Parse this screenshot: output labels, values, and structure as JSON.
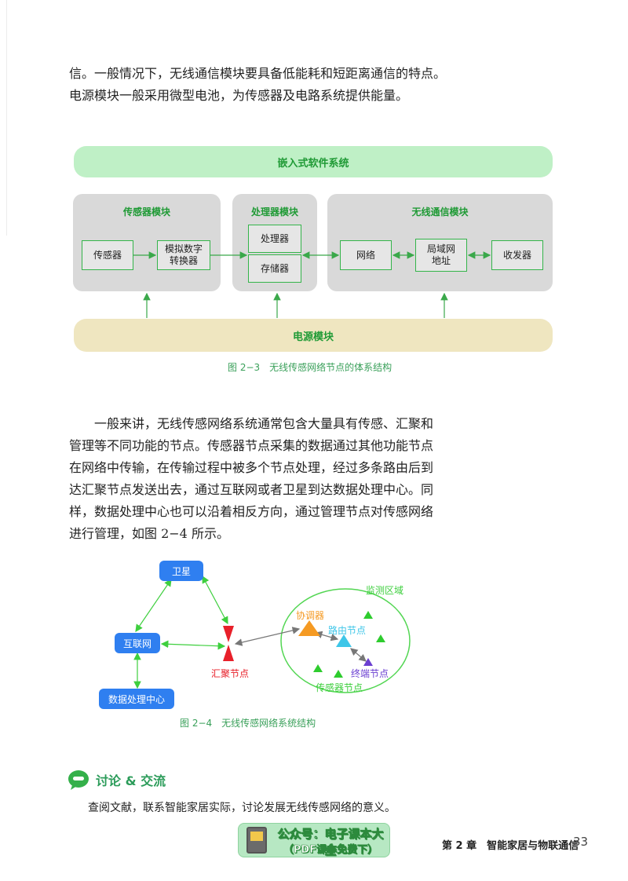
{
  "intro": {
    "lines": [
      "信。一般情况下，无线通信模块要具备低能耗和短距离通信的特点。",
      "电源模块一般采用微型电池，为传感器及电路系统提供能量。"
    ]
  },
  "figure1": {
    "top_band": "嵌入式软件系统",
    "bottom_band": "电源模块",
    "panels": {
      "sensor": {
        "title": "传感器模块",
        "box1": "传感器",
        "box2": "模拟数字\n转换器"
      },
      "processor": {
        "title": "处理器模块",
        "box1": "处理器",
        "box2": "存储器"
      },
      "wireless": {
        "title": "无线通信模块",
        "box1": "网络",
        "box2": "局域网\n地址",
        "box3": "收发器"
      }
    },
    "caption": "图 2−3　无线传感网络节点的体系结构"
  },
  "body": {
    "lines": [
      "一般来讲，无线传感网络系统通常包含大量具有传感、汇聚和",
      "管理等不同功能的节点。传感器节点采集的数据通过其他功能节点",
      "在网络中传输，在传输过程中被多个节点处理，经过多条路由后到",
      "达汇聚节点发送出去，通过互联网或者卫星到达数据处理中心。同",
      "样，数据处理中心也可以沿着相反方向，通过管理节点对传感网络",
      "进行管理，如图 2−4 所示。"
    ]
  },
  "figure2": {
    "satellite": "卫星",
    "internet": "互联网",
    "data_center": "数据处理中心",
    "sink": "汇聚节点",
    "region": "监测区域",
    "coordinator": "协调器",
    "router": "路由节点",
    "terminal": "终端节点",
    "sensor_nodes": "传感器节点",
    "caption": "图 2−4　无线传感网络系统结构"
  },
  "discussion": {
    "title": "讨论 & 交流",
    "text": "查阅文献，联系智能家居实际，讨论发展无线传感网络的意义。"
  },
  "footer": {
    "badge_line1": "公众号：电子课本大全",
    "badge_line2": "（PDF课本免费下）",
    "chapter": "第 2 章　智能家居与物联通信",
    "page": "33"
  },
  "colors": {
    "green_band": "#bff0c6",
    "tan_band": "#efe6c0",
    "panel_gray": "#d9d9d9",
    "accent_green": "#1f9a35",
    "node_blue": "#2f7ff0",
    "sink_red": "#e8202a",
    "coordinator_orange": "#f59a23",
    "router_cyan": "#3ec6e8",
    "terminal_purple": "#6b3fd1"
  }
}
